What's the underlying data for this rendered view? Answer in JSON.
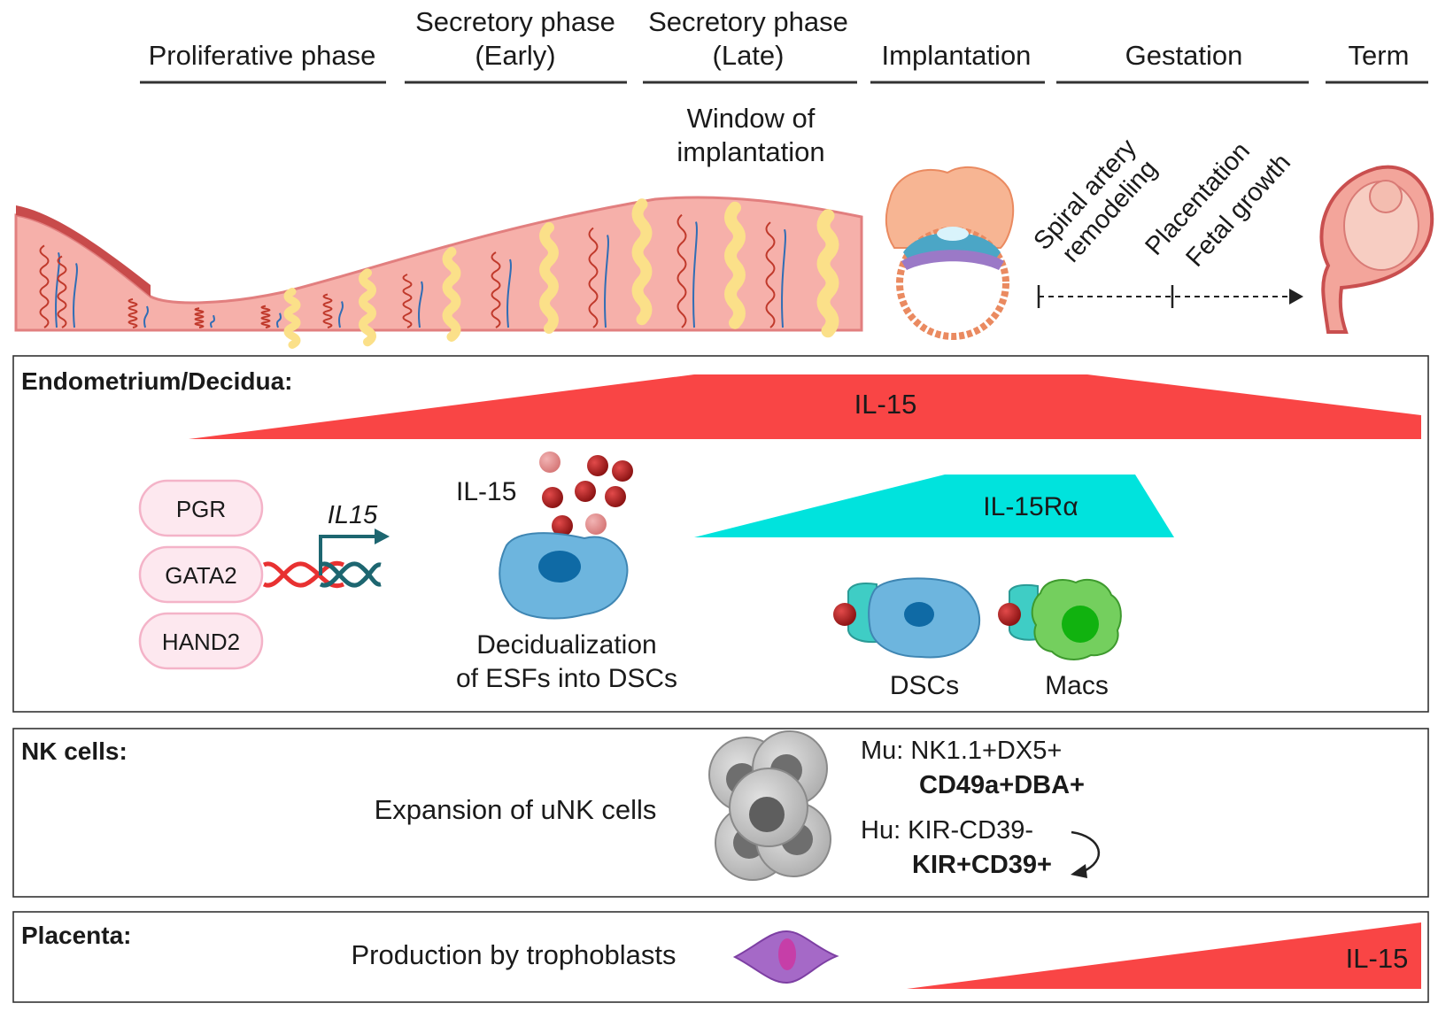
{
  "phases": [
    {
      "line1": "",
      "line2": "Proliferative phase"
    },
    {
      "line1": "Secretory phase",
      "line2": "(Early)"
    },
    {
      "line1": "Secretory phase",
      "line2": "(Late)"
    },
    {
      "line1": "",
      "line2": "Implantation"
    },
    {
      "line1": "",
      "line2": "Gestation"
    },
    {
      "line1": "",
      "line2": "Term"
    }
  ],
  "window": {
    "line1": "Window of",
    "line2": "implantation"
  },
  "gestation_events": {
    "spiral_line1": "Spiral artery",
    "spiral_line2": "remodeling",
    "placentation": "Placentation",
    "fetal_growth": "Fetal growth"
  },
  "endometrium": {
    "title": "Endometrium/Decidua:",
    "il15_label": "IL-15",
    "factors": [
      "PGR",
      "GATA2",
      "HAND2"
    ],
    "gene_label": "IL15",
    "secreted_label": "IL-15",
    "decid_line1": "Decidualization",
    "decid_line2": "of ESFs into DSCs",
    "receptor_label": "IL-15Rα",
    "cell_dsc": "DSCs",
    "cell_mac": "Macs"
  },
  "nk": {
    "title": "NK cells:",
    "expansion": "Expansion of uNK cells",
    "mu_line1": "Mu: NK1.1+DX5+",
    "mu_line2": "CD49a+DBA+",
    "hu_line1": "Hu: KIR-CD39-",
    "hu_line2": "KIR+CD39+"
  },
  "placenta": {
    "title": "Placenta:",
    "production": "Production by trophoblasts",
    "il15_label": "IL-15"
  },
  "colors": {
    "il15_red": "#f94545",
    "il15ra_cyan": "#00e3dd",
    "endometrium_pink": "#f6b0aa",
    "gland_yellow": "#fbe089",
    "dsc_blue": "#6db5de",
    "mac_green": "#74cf5e",
    "trophoblast_purple": "#a569c7"
  }
}
